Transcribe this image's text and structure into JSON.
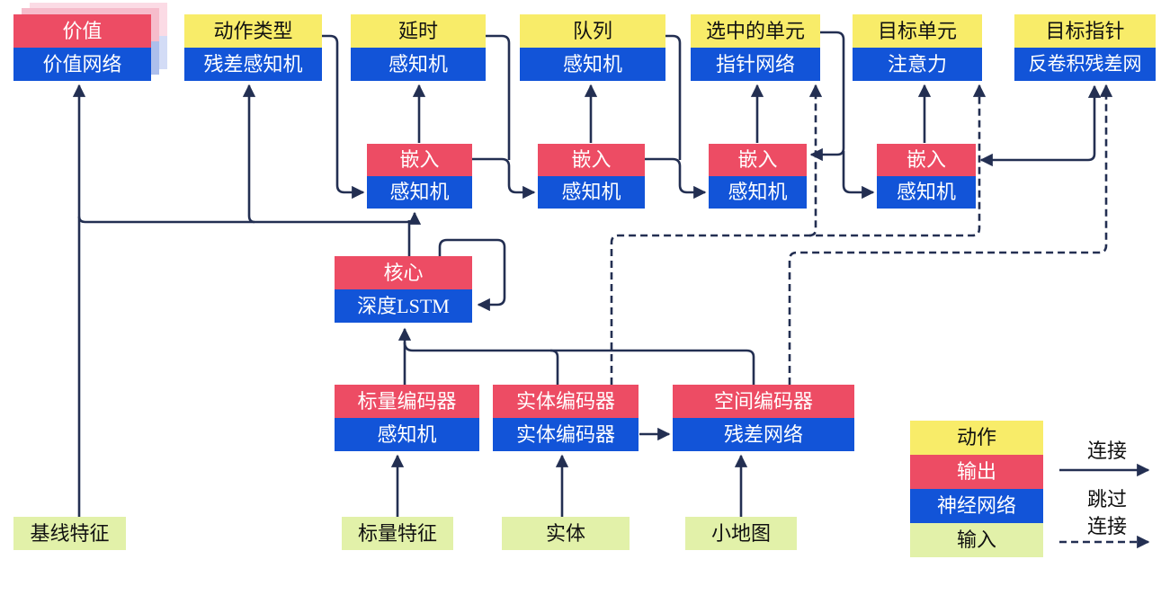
{
  "diagram_title": "AlphaStar-style agent architecture (Chinese)",
  "nodes": {
    "value": {
      "top": "价值",
      "bottom": "价值网络"
    },
    "action_type": {
      "top": "动作类型",
      "bottom": "残差感知机"
    },
    "delay": {
      "top": "延时",
      "bottom": "感知机"
    },
    "queue": {
      "top": "队列",
      "bottom": "感知机"
    },
    "selected_units": {
      "top": "选中的单元",
      "bottom": "指针网络"
    },
    "target_unit": {
      "top": "目标单元",
      "bottom": "注意力"
    },
    "target_point": {
      "top": "目标指针",
      "bottom": "反卷积残差网"
    },
    "embed1": {
      "top": "嵌入",
      "bottom": "感知机"
    },
    "embed2": {
      "top": "嵌入",
      "bottom": "感知机"
    },
    "embed3": {
      "top": "嵌入",
      "bottom": "感知机"
    },
    "embed4": {
      "top": "嵌入",
      "bottom": "感知机"
    },
    "core": {
      "top": "核心",
      "bottom": "深度LSTM"
    },
    "scalar_encoder": {
      "top": "标量编码器",
      "bottom": "感知机"
    },
    "entity_encoder": {
      "top": "实体编码器",
      "bottom": "实体编码器"
    },
    "spatial_encoder": {
      "top": "空间编码器",
      "bottom": "残差网络"
    },
    "baseline_features": {
      "label": "基线特征"
    },
    "scalar_features": {
      "label": "标量特征"
    },
    "entities": {
      "label": "实体"
    },
    "minimap": {
      "label": "小地图"
    }
  },
  "legend": {
    "action": "动作",
    "output": "输出",
    "network": "神经网络",
    "input": "输入",
    "solid_arrow_label": "连接",
    "dashed_arrow_label_line1": "跳过",
    "dashed_arrow_label_line2": "连接"
  },
  "colors": {
    "action_yellow": "#F8EC69",
    "output_red": "#ED4C64",
    "network_blue": "#1254D8",
    "input_green": "#E2F1A9",
    "wire_navy": "#232F52",
    "value_shadow_pink": "#F6BCCB",
    "value_shadow_blue": "#ADBFEC",
    "value_shadow_pink_light": "#FBDBE5",
    "value_shadow_blue_light": "#D3DCF6"
  }
}
